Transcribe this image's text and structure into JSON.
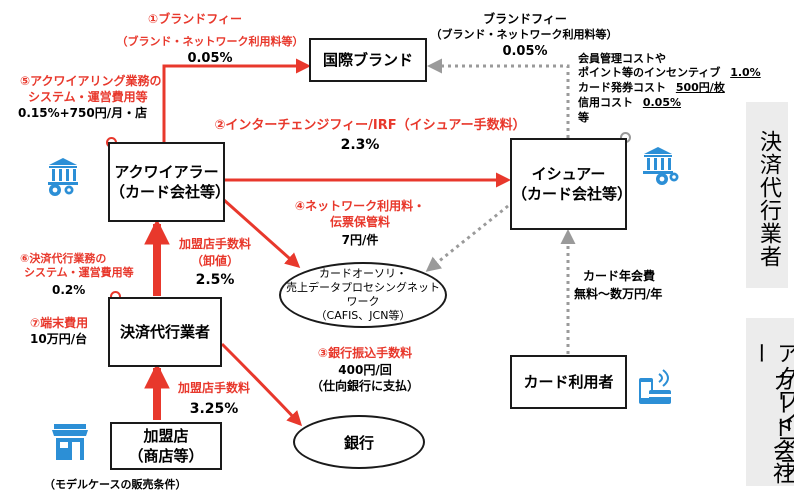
{
  "nodes": {
    "brand": "国際ブランド",
    "acquirer": [
      "アクワイアラー",
      "（カード会社等）"
    ],
    "issuer": [
      "イシュアー",
      "（カード会社等）"
    ],
    "network": [
      "カードオーソリ・",
      "売上データプロセシングネットワーク",
      "（CAFIS、JCN等）"
    ],
    "payment_agent": "決済代行業者",
    "merchant": [
      "加盟店",
      "（商店等）"
    ],
    "bank": "銀行",
    "cardholder": "カード利用者"
  },
  "labels": {
    "brand_fee_acq": {
      "title": "①ブランドフィー",
      "sub": "（ブランド・ネットワーク利用料等）",
      "value": "0.05%"
    },
    "brand_fee_iss": {
      "title": "ブランドフィー",
      "sub": "（ブランド・ネットワーク利用料等）",
      "value": "0.05%"
    },
    "acq_system": {
      "title1": "⑤アクワイアリング業務の",
      "title2": "システム・運営費用等",
      "value": "0.15%+750円/月・店"
    },
    "irf": {
      "title": "②インターチェンジフィー/IRF（イシュアー手数料）",
      "value": "2.3%"
    },
    "issuer_costs": {
      "line1": "会員管理コストや",
      "line2_text": "ポイント等のインセンティブ",
      "line2_value": "1.0%",
      "line3_text": "カード発券コスト",
      "line3_value": "500円/枚",
      "line4_text": "信用コスト",
      "line4_value": "0.05%",
      "line5": "等"
    },
    "network_fee": {
      "title1": "④ネットワーク利用料・",
      "title2": "伝票保管料",
      "value": "7円/件"
    },
    "merchant_fee_wholesale": {
      "title1": "加盟店手数料",
      "title2": "（卸値）",
      "value": "2.5%"
    },
    "agent_system": {
      "title1": "⑥決済代行業務の",
      "title2": "システム・運営費用等",
      "value": "0.2%"
    },
    "terminal_fee": {
      "title": "⑦端末費用",
      "value": "10万円/台"
    },
    "bank_transfer": {
      "title": "③銀行振込手数料",
      "value1": "400円/回",
      "value2": "（仕向銀行に支払）"
    },
    "merchant_fee": {
      "title": "加盟店手数料",
      "value": "3.25%"
    },
    "card_annual_fee": {
      "title": "カード年会費",
      "value": "無料～数万円/年"
    },
    "bottom_cut": "（モデルケースの販売条件）"
  },
  "sidebar": {
    "top": "決済代行業者",
    "bottom_col1": "アクワイアラー",
    "bottom_col2": "カード会社"
  },
  "colors": {
    "red": "#e8382c",
    "gray_arrow": "#9a9a9a",
    "icon_blue": "#2c8fd6",
    "sidebar_bg": "#ececec"
  },
  "icons": [
    "bank-gear-icon",
    "bank-gear-icon",
    "shop-icon",
    "card-payment-icon"
  ]
}
